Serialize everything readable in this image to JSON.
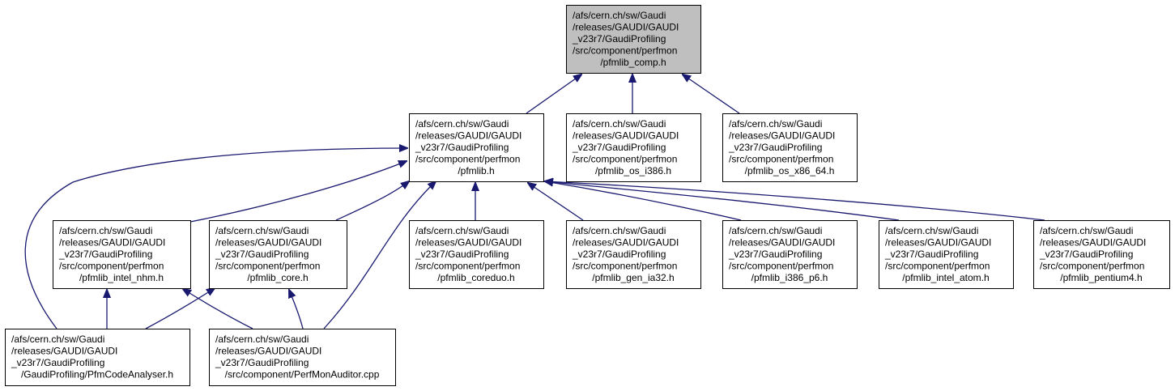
{
  "colors": {
    "edge": "#191970",
    "root_fill": "#bfbfbf",
    "node_fill": "#ffffff",
    "node_border": "#000000"
  },
  "nodes": [
    {
      "id": "comp",
      "root": true,
      "lines": [
        "/afs/cern.ch/sw/Gaudi",
        "/releases/GAUDI/GAUDI",
        "_v23r7/GaudiProfiling",
        "/src/component/perfmon",
        "/pfmlib_comp.h"
      ]
    },
    {
      "id": "pfmlib",
      "lines": [
        "/afs/cern.ch/sw/Gaudi",
        "/releases/GAUDI/GAUDI",
        "_v23r7/GaudiProfiling",
        "/src/component/perfmon",
        "/pfmlib.h"
      ]
    },
    {
      "id": "os_i386",
      "lines": [
        "/afs/cern.ch/sw/Gaudi",
        "/releases/GAUDI/GAUDI",
        "_v23r7/GaudiProfiling",
        "/src/component/perfmon",
        "/pfmlib_os_i386.h"
      ]
    },
    {
      "id": "os_x86_64",
      "lines": [
        "/afs/cern.ch/sw/Gaudi",
        "/releases/GAUDI/GAUDI",
        "_v23r7/GaudiProfiling",
        "/src/component/perfmon",
        "/pfmlib_os_x86_64.h"
      ]
    },
    {
      "id": "intel_nhm",
      "lines": [
        "/afs/cern.ch/sw/Gaudi",
        "/releases/GAUDI/GAUDI",
        "_v23r7/GaudiProfiling",
        "/src/component/perfmon",
        "/pfmlib_intel_nhm.h"
      ]
    },
    {
      "id": "core",
      "lines": [
        "/afs/cern.ch/sw/Gaudi",
        "/releases/GAUDI/GAUDI",
        "_v23r7/GaudiProfiling",
        "/src/component/perfmon",
        "/pfmlib_core.h"
      ]
    },
    {
      "id": "coreduo",
      "lines": [
        "/afs/cern.ch/sw/Gaudi",
        "/releases/GAUDI/GAUDI",
        "_v23r7/GaudiProfiling",
        "/src/component/perfmon",
        "/pfmlib_coreduo.h"
      ]
    },
    {
      "id": "gen_ia32",
      "lines": [
        "/afs/cern.ch/sw/Gaudi",
        "/releases/GAUDI/GAUDI",
        "_v23r7/GaudiProfiling",
        "/src/component/perfmon",
        "/pfmlib_gen_ia32.h"
      ]
    },
    {
      "id": "i386_p6",
      "lines": [
        "/afs/cern.ch/sw/Gaudi",
        "/releases/GAUDI/GAUDI",
        "_v23r7/GaudiProfiling",
        "/src/component/perfmon",
        "/pfmlib_i386_p6.h"
      ]
    },
    {
      "id": "intel_atom",
      "lines": [
        "/afs/cern.ch/sw/Gaudi",
        "/releases/GAUDI/GAUDI",
        "_v23r7/GaudiProfiling",
        "/src/component/perfmon",
        "/pfmlib_intel_atom.h"
      ]
    },
    {
      "id": "pentium4",
      "lines": [
        "/afs/cern.ch/sw/Gaudi",
        "/releases/GAUDI/GAUDI",
        "_v23r7/GaudiProfiling",
        "/src/component/perfmon",
        "/pfmlib_pentium4.h"
      ]
    },
    {
      "id": "analyser",
      "lines": [
        "/afs/cern.ch/sw/Gaudi",
        "/releases/GAUDI/GAUDI",
        "_v23r7/GaudiProfiling",
        "/GaudiProfiling/PfmCodeAnalyser.h"
      ]
    },
    {
      "id": "auditor",
      "lines": [
        "/afs/cern.ch/sw/Gaudi",
        "/releases/GAUDI/GAUDI",
        "_v23r7/GaudiProfiling",
        "/src/component/PerfMonAuditor.cpp"
      ]
    }
  ],
  "edges": [
    {
      "from": "pfmlib",
      "to": "comp"
    },
    {
      "from": "os_i386",
      "to": "comp"
    },
    {
      "from": "os_x86_64",
      "to": "comp"
    },
    {
      "from": "intel_nhm",
      "to": "pfmlib"
    },
    {
      "from": "core",
      "to": "pfmlib"
    },
    {
      "from": "coreduo",
      "to": "pfmlib"
    },
    {
      "from": "gen_ia32",
      "to": "pfmlib"
    },
    {
      "from": "i386_p6",
      "to": "pfmlib"
    },
    {
      "from": "intel_atom",
      "to": "pfmlib"
    },
    {
      "from": "pentium4",
      "to": "pfmlib"
    },
    {
      "from": "analyser",
      "to": "pfmlib"
    },
    {
      "from": "auditor",
      "to": "pfmlib"
    },
    {
      "from": "analyser",
      "to": "intel_nhm"
    },
    {
      "from": "auditor",
      "to": "intel_nhm"
    },
    {
      "from": "analyser",
      "to": "core"
    },
    {
      "from": "auditor",
      "to": "core"
    }
  ]
}
